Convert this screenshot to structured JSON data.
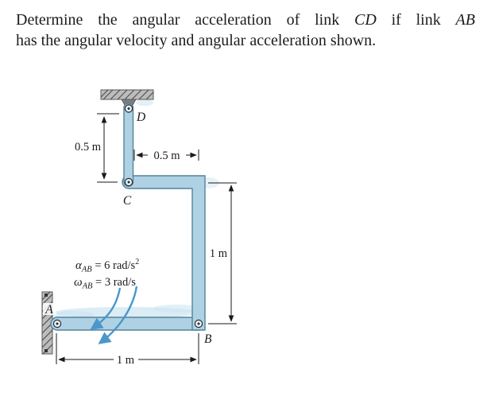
{
  "title": {
    "line1": {
      "part1": "Determine the angular acceleration of link ",
      "cd": "CD",
      "part2": " if link ",
      "ab": "AB"
    },
    "line2": "has the angular velocity and angular acceleration shown."
  },
  "diagram": {
    "points": {
      "d": "D",
      "c": "C",
      "a": "A",
      "b": "B"
    },
    "dimensions": {
      "cd_vertical": "0.5 m",
      "top_horizontal": "0.5 m",
      "right_vertical": "1 m",
      "bottom_horizontal": "1 m"
    },
    "annotations": {
      "alpha": {
        "symbol": "α",
        "sub": "AB",
        "value": " = 6 rad/s",
        "sup": "2"
      },
      "omega": {
        "symbol": "ω",
        "sub": "AB",
        "value": " = 3 rad/s",
        "sup": ""
      }
    },
    "colors": {
      "link_fill": "#aed2e3",
      "link_stroke": "#53829b",
      "rotation_arrow": "#4a97cc",
      "metal_gray": "#bcbcbc",
      "dimension_line": "#1a1a1a"
    }
  }
}
